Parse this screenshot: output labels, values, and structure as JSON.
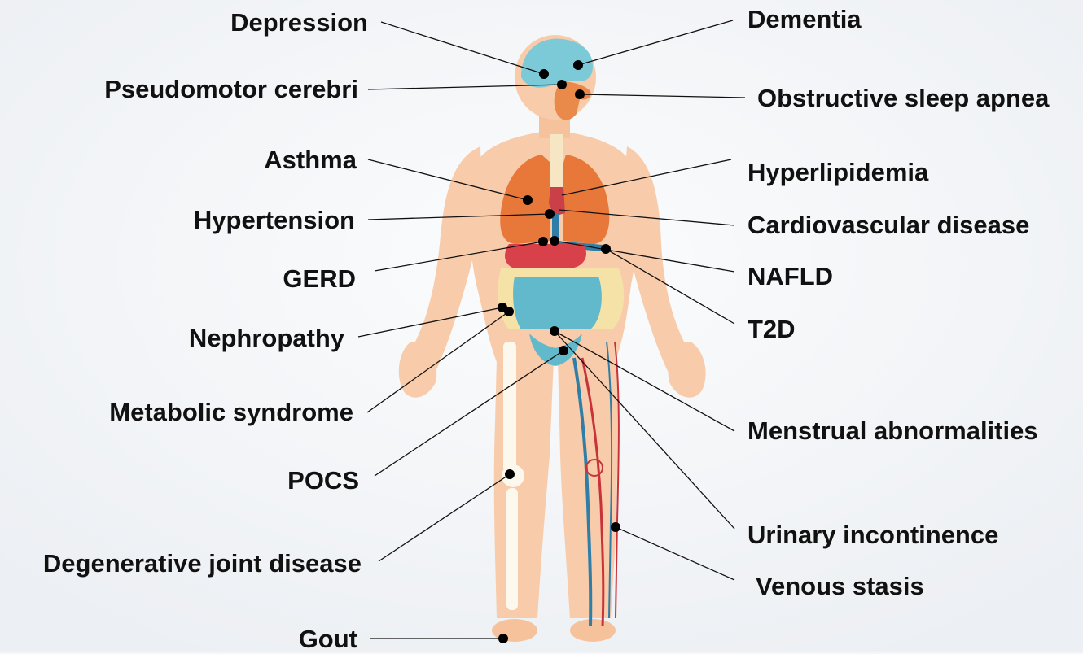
{
  "labels": {
    "depression": "Depression",
    "dementia": "Dementia",
    "pseudomotor_cerebri": "Pseudomotor cerebri",
    "obstructive_sleep_apnea": "Obstructive sleep apnea",
    "asthma": "Asthma",
    "hyperlipidemia": "Hyperlipidemia",
    "hypertension": "Hypertension",
    "cardiovascular_disease": "Cardiovascular disease",
    "gerd": "GERD",
    "nafld": "NAFLD",
    "t2d": "T2D",
    "nephropathy": "Nephropathy",
    "metabolic_syndrome": "Metabolic syndrome",
    "menstrual_abnormalities": "Menstrual abnormalities",
    "pocs": "POCS",
    "urinary_incontinence": "Urinary incontinence",
    "degenerative_joint_disease": "Degenerative joint disease",
    "venous_stasis": "Venous stasis",
    "gout": "Gout"
  },
  "colors": {
    "skin": "#f6c9a6",
    "skin_edge": "#f0b68d",
    "lungs": "#e8773a",
    "heart": "#c94048",
    "liver": "#d8404a",
    "intestine": "#63b9cc",
    "brain": "#7ccad8",
    "bone": "#fdf8ee",
    "vein_blue": "#2f7ea8",
    "artery_red": "#c8323a",
    "fat": "#f5e2a6",
    "leader_line": "#111111"
  }
}
